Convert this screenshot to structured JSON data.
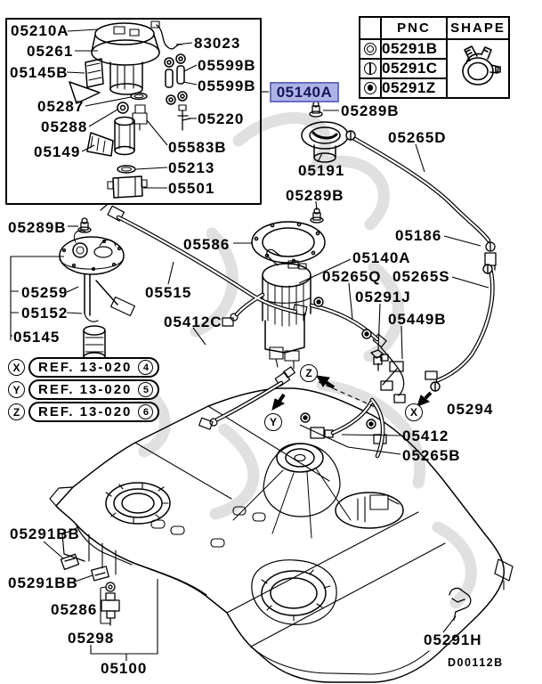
{
  "selected_part": "05140A",
  "drawing_code": "D00112B",
  "colors": {
    "line": "#000000",
    "highlight_bg": "#adb3e6",
    "highlight_border": "#666dc4",
    "highlight_text": "#17175a",
    "watermark": "#dedede"
  },
  "pnc_table": {
    "corner_header": "",
    "pnc_header": "PNC",
    "shape_header": "SHAPE",
    "shape_icon": "hose-clamp-icon",
    "rows": [
      {
        "symbol": "double-circle",
        "pnc": "05291B"
      },
      {
        "symbol": "circle-vertical-bar",
        "pnc": "05291C"
      },
      {
        "symbol": "circle-filled-dot",
        "pnc": "05291Z"
      }
    ]
  },
  "ref_callouts": [
    {
      "marker": "X",
      "text": "REF. 13-020",
      "number": "4"
    },
    {
      "marker": "Y",
      "text": "REF. 13-020",
      "number": "5"
    },
    {
      "marker": "Z",
      "text": "REF. 13-020",
      "number": "6"
    }
  ],
  "diagram_markers": [
    "Z",
    "Y",
    "X"
  ],
  "part_labels": [
    "05210A",
    "05261",
    "05145B",
    "05287",
    "05288",
    "05149",
    "83023",
    "05599B",
    "05599B",
    "05220",
    "05583B",
    "05213",
    "05501",
    "05140A",
    "05289B",
    "05265D",
    "05191",
    "05289B",
    "05186",
    "05140A",
    "05265Q",
    "05265S",
    "05291J",
    "05449B",
    "05294",
    "05412",
    "05265B",
    "05289B",
    "05586",
    "05259",
    "05515",
    "05152",
    "05145",
    "05412C",
    "05291BB",
    "05291BB",
    "05286",
    "05298",
    "05100",
    "05291H"
  ]
}
